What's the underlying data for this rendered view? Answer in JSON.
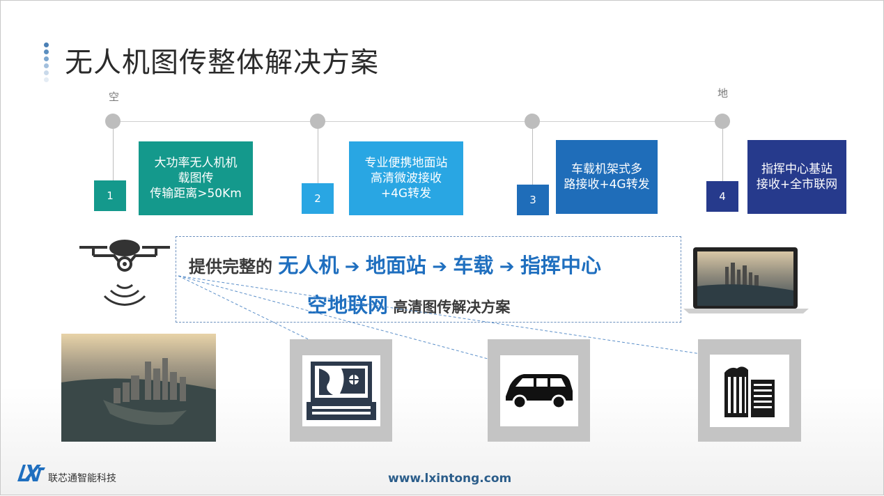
{
  "page": {
    "title": "无人机图传整体解决方案"
  },
  "timeline": {
    "start_label": "空",
    "end_label": "地",
    "steps": [
      {
        "number": "1",
        "lines": [
          "大功率无人机机",
          "载图传",
          "传输距离>50Km"
        ],
        "color": "#14998c"
      },
      {
        "number": "2",
        "lines": [
          "专业便携地面站",
          "高清微波接收",
          "+4G转发"
        ],
        "color": "#29a6e3"
      },
      {
        "number": "3",
        "lines": [
          "车载机架式多",
          "路接收+4G转发"
        ],
        "color": "#1f6db9"
      },
      {
        "number": "4",
        "lines": [
          "指挥中心基站",
          "接收+全市联网"
        ],
        "color": "#263a8c"
      }
    ]
  },
  "banner": {
    "prefix": "提供完整的",
    "chain": [
      "无人机",
      "地面站",
      "车载",
      "指挥中心"
    ],
    "arrow": "➔",
    "highlight": "空地联网",
    "suffix": "高清图传解决方案"
  },
  "icons": [
    "drone-icon",
    "laptop-icon",
    "ground-station-icon",
    "van-icon",
    "building-icon"
  ],
  "footer": {
    "company": "联芯通智能科技",
    "url": "www.lxintong.com"
  }
}
